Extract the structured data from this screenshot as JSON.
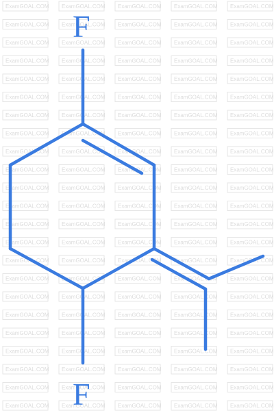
{
  "watermark": {
    "text": "ExamGOAL.COM"
  },
  "molecule": {
    "atoms": {
      "top_substituent": "F",
      "bottom_substituent": "F"
    },
    "colors": {
      "bond": "#3a7be0",
      "label": "#3a7be0",
      "watermark_text": "#dcdcdc",
      "watermark_border": "#e6e6e6"
    }
  }
}
